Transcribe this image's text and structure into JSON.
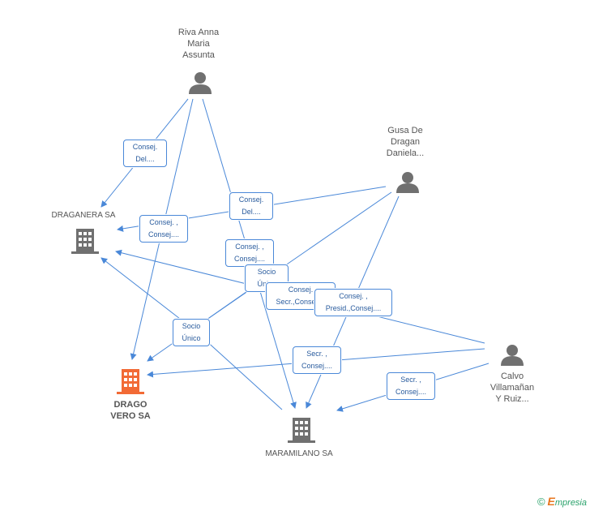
{
  "nodes": {
    "riva": {
      "label": "Riva Anna\nMaria\nAssunta"
    },
    "gusa": {
      "label": "Gusa De\nDragan\nDaniela..."
    },
    "calvo": {
      "label": "Calvo\nVillamañan\nY Ruiz..."
    },
    "draganera": {
      "label": "DRAGANERA SA"
    },
    "drago": {
      "label": "DRAGO\nVERO SA"
    },
    "maramilano": {
      "label": "MARAMILANO SA"
    }
  },
  "edge_labels": [
    "Consej.\nDel....",
    "Consej. ,\nConsej....",
    "Consej.\nDel....",
    "Consej. ,\nConsej....",
    "Socio\nÚnico",
    "Consej.\nSecr.,Consej....",
    "Consej. ,\nPresid.,Consej....",
    "Socio\nÚnico",
    "Secr. ,\nConsej....",
    "Secr. ,\nConsej...."
  ],
  "colors": {
    "edge": "#4a88d8",
    "person": "#707070",
    "company": "#707070",
    "highlight": "#f26a35"
  },
  "footer": {
    "copyright": "©",
    "brand_initial": "E",
    "brand_rest": "mpresia"
  }
}
